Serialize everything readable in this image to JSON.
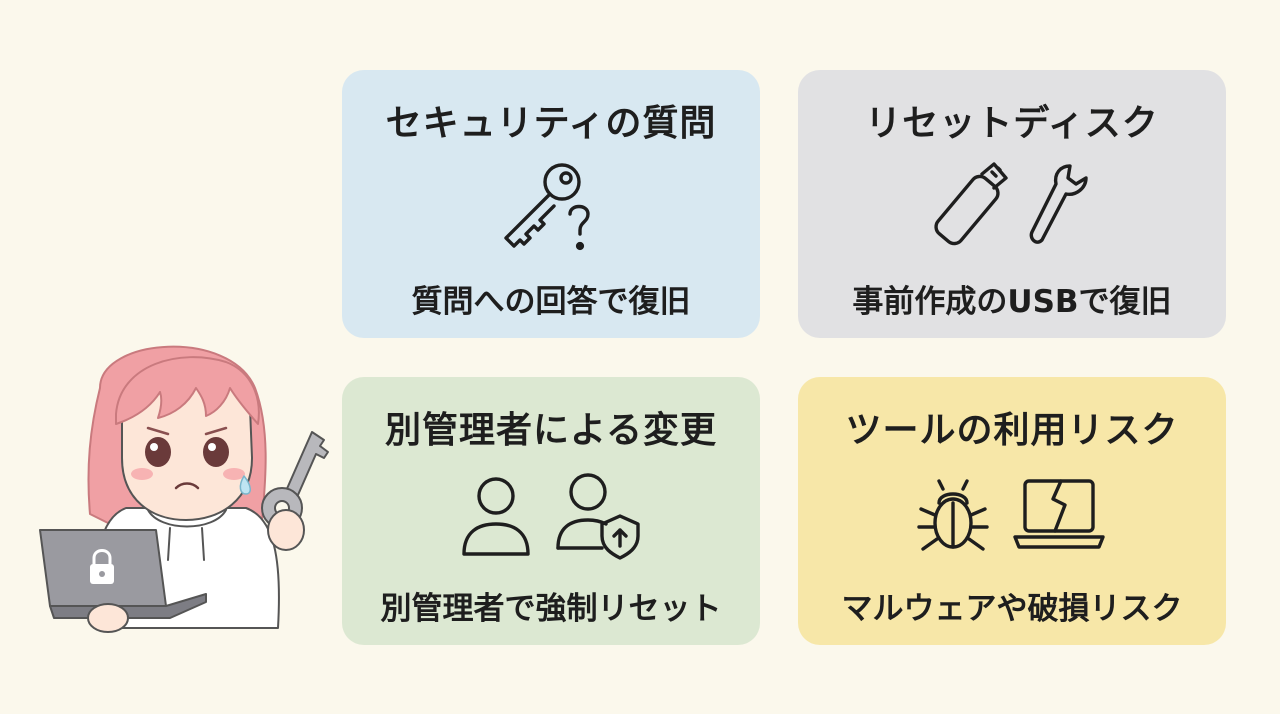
{
  "cards": [
    {
      "title": "セキュリティの質問",
      "caption": "質問への回答で復旧",
      "icons": [
        "key-icon",
        "question-mark-icon"
      ],
      "color": "#d8e8f1"
    },
    {
      "title": "リセットディスク",
      "caption": "事前作成のUSBで復旧",
      "icons": [
        "usb-drive-icon",
        "wrench-icon"
      ],
      "color": "#e1e1e3"
    },
    {
      "title": "別管理者による変更",
      "caption": "別管理者で強制リセット",
      "icons": [
        "user-icon",
        "admin-shield-user-icon"
      ],
      "color": "#dce8d2"
    },
    {
      "title": "ツールの利用リスク",
      "caption": "マルウェアや破損リスク",
      "icons": [
        "bug-icon",
        "broken-laptop-icon"
      ],
      "color": "#f7e7a8"
    }
  ],
  "illustration": {
    "subject": "worried-girl-with-key-and-locked-laptop",
    "hair_color": "#f0a0a4"
  }
}
